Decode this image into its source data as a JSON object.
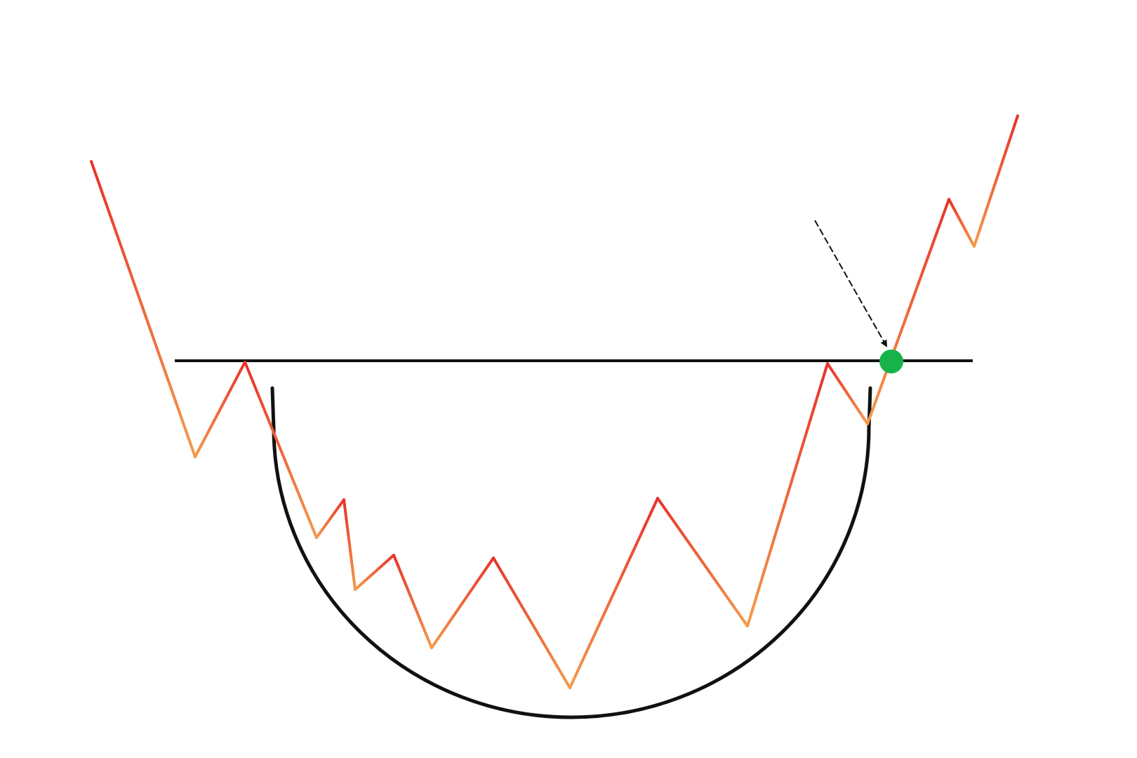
{
  "diagram": {
    "type": "cup-and-handle-pattern",
    "elements": [
      "price-line",
      "resistance-line",
      "cup-arc",
      "breakout-arrow",
      "breakout-point"
    ],
    "colors": {
      "background": "#ffffff",
      "line_start": "#e8322a",
      "line_end": "#f49a4c",
      "resistance_line": "#111111",
      "cup_arc": "#111111",
      "arrow": "#111111",
      "breakout_point": "#17b34a"
    }
  }
}
